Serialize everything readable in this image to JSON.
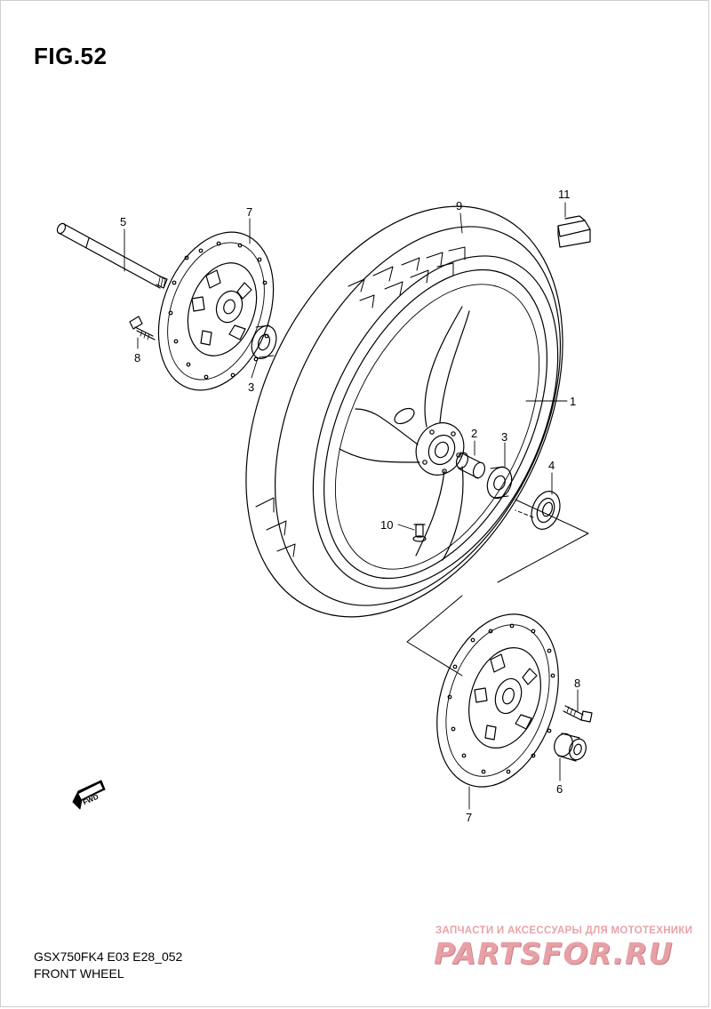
{
  "figure": {
    "title": "FIG.52",
    "model_code": "GSX750FK4 E03 E28_052",
    "section_title": "FRONT WHEEL"
  },
  "callouts": {
    "c1": "1",
    "c2": "2",
    "c3a": "3",
    "c3b": "3",
    "c4": "4",
    "c5": "5",
    "c6": "6",
    "c7a": "7",
    "c7b": "7",
    "c8a": "8",
    "c8b": "8",
    "c9": "9",
    "c10": "10",
    "c11": "11"
  },
  "direction_badge": "FWD",
  "watermark": {
    "tagline": "ЗАПЧАСТИ И АКСЕССУАРЫ ДЛЯ МОТОТЕХНИКИ",
    "logo": "PARTSFOR.RU",
    "color": "#e7a0a6"
  }
}
